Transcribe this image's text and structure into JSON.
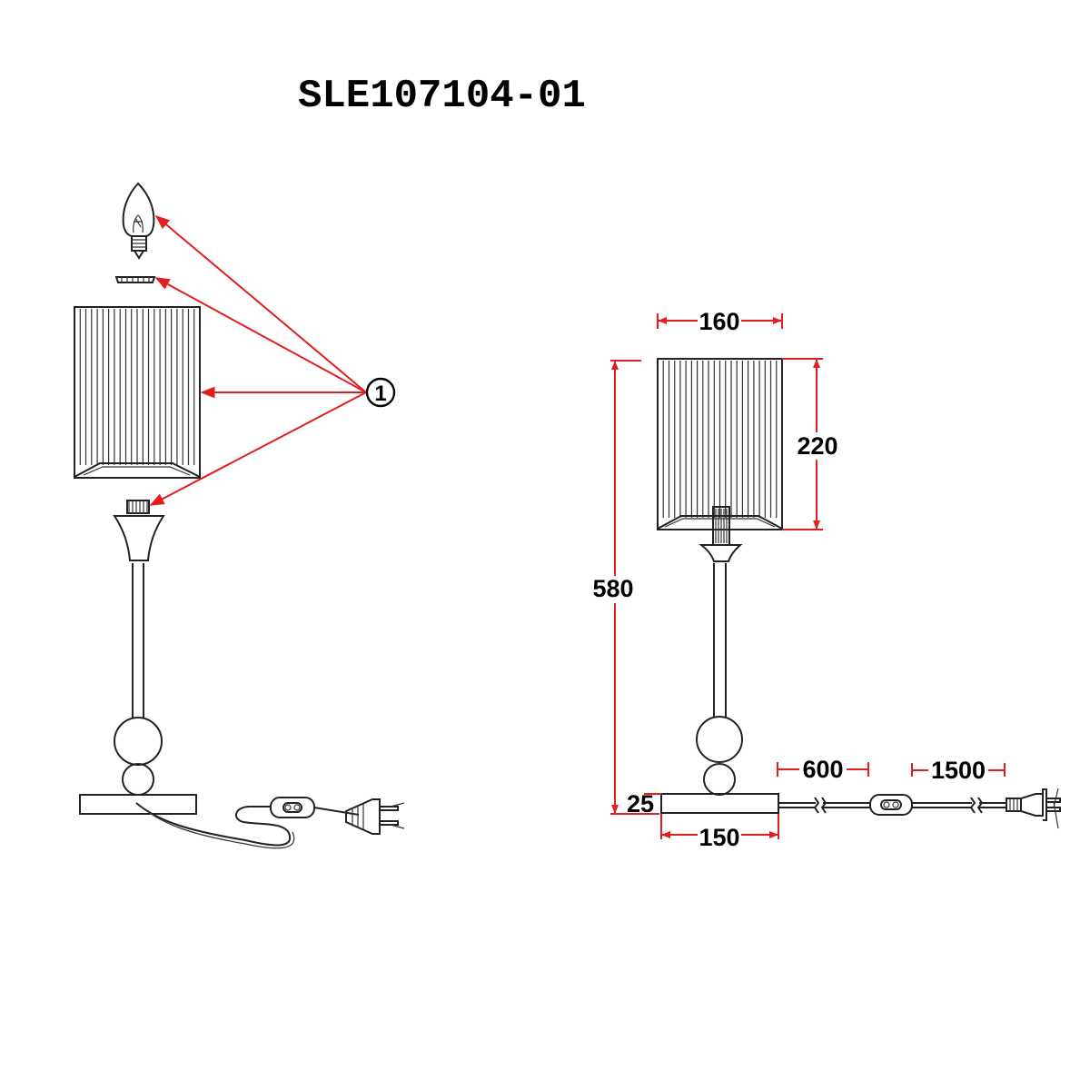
{
  "title": "SLE107104-01",
  "callout": {
    "label": "1"
  },
  "dimensions": {
    "shade_width": "160",
    "shade_height": "220",
    "total_height": "580",
    "base_height": "25",
    "base_width": "150",
    "cord_to_switch": "600",
    "cord_total": "1500"
  },
  "colors": {
    "line": "#222222",
    "dimension": "#e31e1e",
    "background": "#ffffff"
  },
  "icons": {
    "bulb": "candle-bulb-icon",
    "switch": "inline-switch-icon",
    "plug": "euro-plug-icon"
  }
}
